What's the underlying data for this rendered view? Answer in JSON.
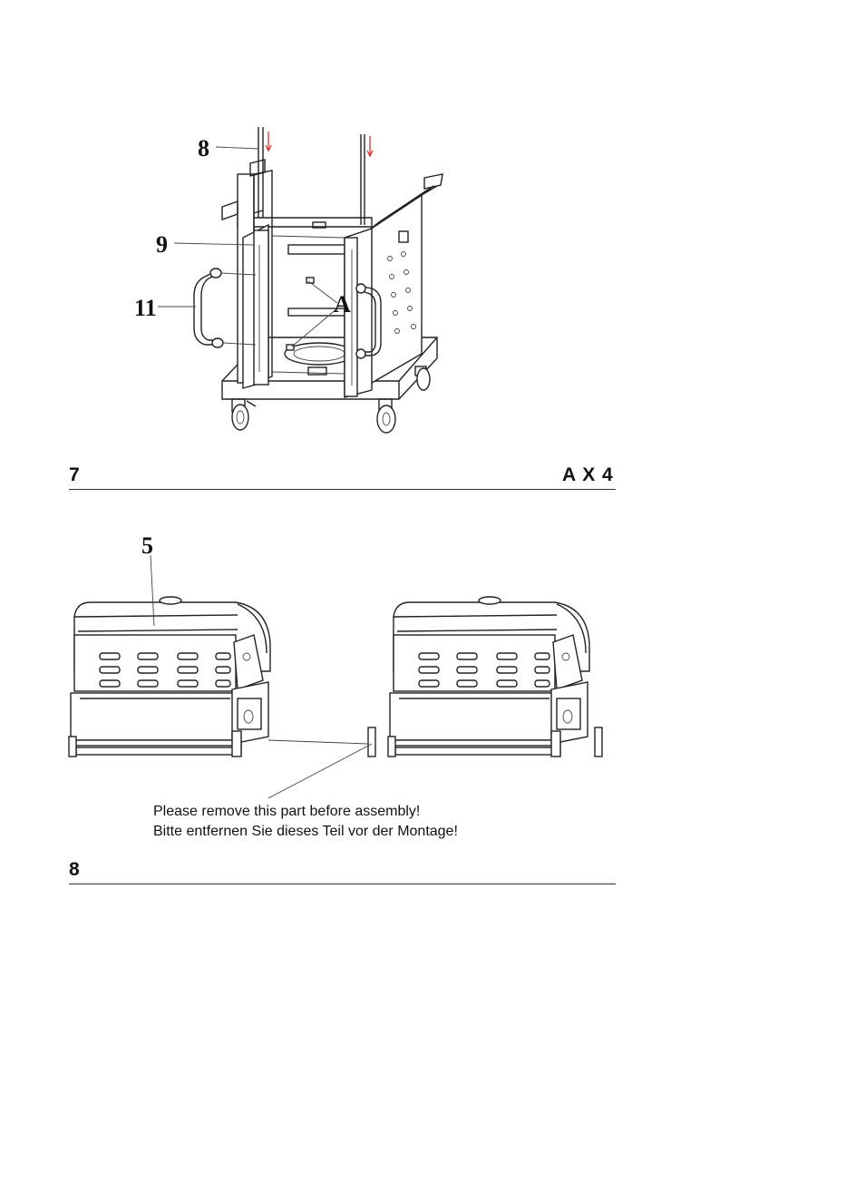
{
  "figure1": {
    "callouts": {
      "c8": "8",
      "c9": "9",
      "c11": "11",
      "cA": "A"
    }
  },
  "step7": {
    "number": "7",
    "quantity": "A X 4"
  },
  "figure2": {
    "callout5": "5",
    "note_en": "Please  remove this part before assembly!",
    "note_de": "Bitte entfernen Sie dieses Teil vor der Montage!"
  },
  "step8": {
    "number": "8"
  },
  "colors": {
    "arrow": "#d22222",
    "line": "#222222"
  }
}
